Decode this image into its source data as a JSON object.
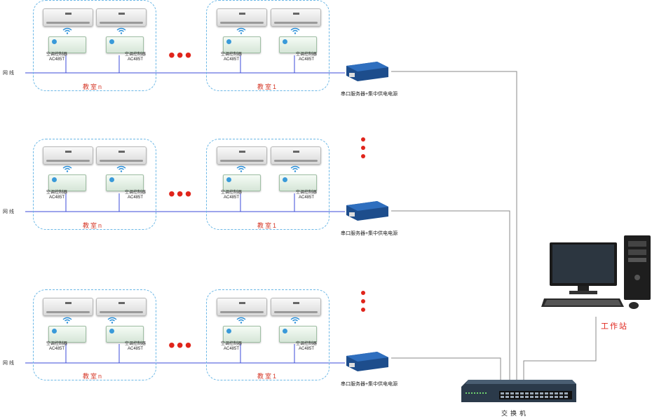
{
  "rows": [
    {
      "wire_label": "网线",
      "rooms": [
        {
          "name": "教室n",
          "controllers": [
            {
              "line1": "空调控制器",
              "line2": "AC485T"
            },
            {
              "line1": "空调控制器",
              "line2": "AC485T"
            }
          ]
        },
        {
          "name": "教室1",
          "controllers": [
            {
              "line1": "空调控制器",
              "line2": "AC485T"
            },
            {
              "line1": "空调控制器",
              "line2": "AC485T"
            }
          ]
        }
      ],
      "server_label": "串口服务器+集中供电电源"
    },
    {
      "wire_label": "网线",
      "rooms": [
        {
          "name": "教室n",
          "controllers": [
            {
              "line1": "空调控制器",
              "line2": "AC485T"
            },
            {
              "line1": "空调控制器",
              "line2": "AC485T"
            }
          ]
        },
        {
          "name": "教室1",
          "controllers": [
            {
              "line1": "空调控制器",
              "line2": "AC485T"
            },
            {
              "line1": "空调控制器",
              "line2": "AC485T"
            }
          ]
        }
      ],
      "server_label": "串口服务器+集中供电电源"
    },
    {
      "wire_label": "网线",
      "rooms": [
        {
          "name": "教室n",
          "controllers": [
            {
              "line1": "空调控制器",
              "line2": "AC485T"
            },
            {
              "line1": "空调控制器",
              "line2": "AC485T"
            }
          ]
        },
        {
          "name": "教室1",
          "controllers": [
            {
              "line1": "空调控制器",
              "line2": "AC485T"
            },
            {
              "line1": "空调控制器",
              "line2": "AC485T"
            }
          ]
        }
      ],
      "server_label": "串口服务器+集中供电电源"
    }
  ],
  "switch_label": "交换机",
  "workstation_label": "工作站",
  "colors": {
    "wire": "#3b4bd8",
    "accent_red": "#e0241b",
    "room_border": "#6ab7e6",
    "line": "#8a8a8a"
  }
}
